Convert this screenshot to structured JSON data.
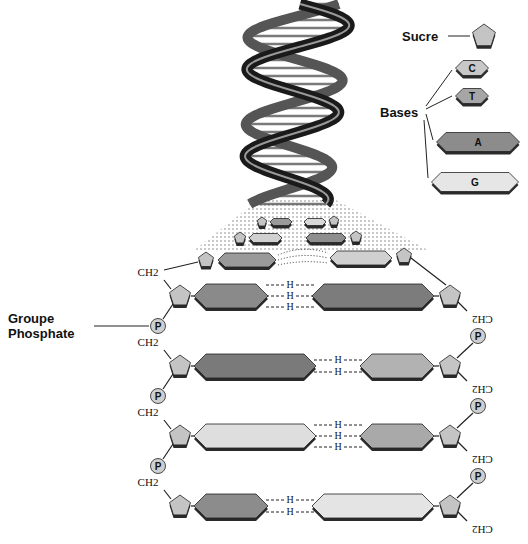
{
  "diagram": {
    "nodes": [
      {
        "text": [
          "C"
        ]
      },
      {
        "text": [
          "T"
        ]
      },
      {
        "text": [
          "A"
        ]
      },
      {
        "text": [
          "G"
        ]
      },
      {
        "text": [
          "P"
        ]
      },
      {
        "text": [
          "P"
        ]
      },
      {
        "text": [
          "P"
        ]
      },
      {
        "text": [
          "P"
        ]
      },
      {
        "text": [
          "P"
        ]
      },
      {
        "text": [
          "P"
        ]
      }
    ],
    "labels": [
      "Sucre",
      "Bases",
      "Groupe Phosphate",
      "CH2",
      "CH2",
      "CH2",
      "CH2",
      "CH2",
      "CH2",
      "CH2",
      "CH2",
      "H",
      "H",
      "H",
      "H",
      "H",
      "H",
      "H",
      "H",
      "H",
      "H"
    ]
  }
}
